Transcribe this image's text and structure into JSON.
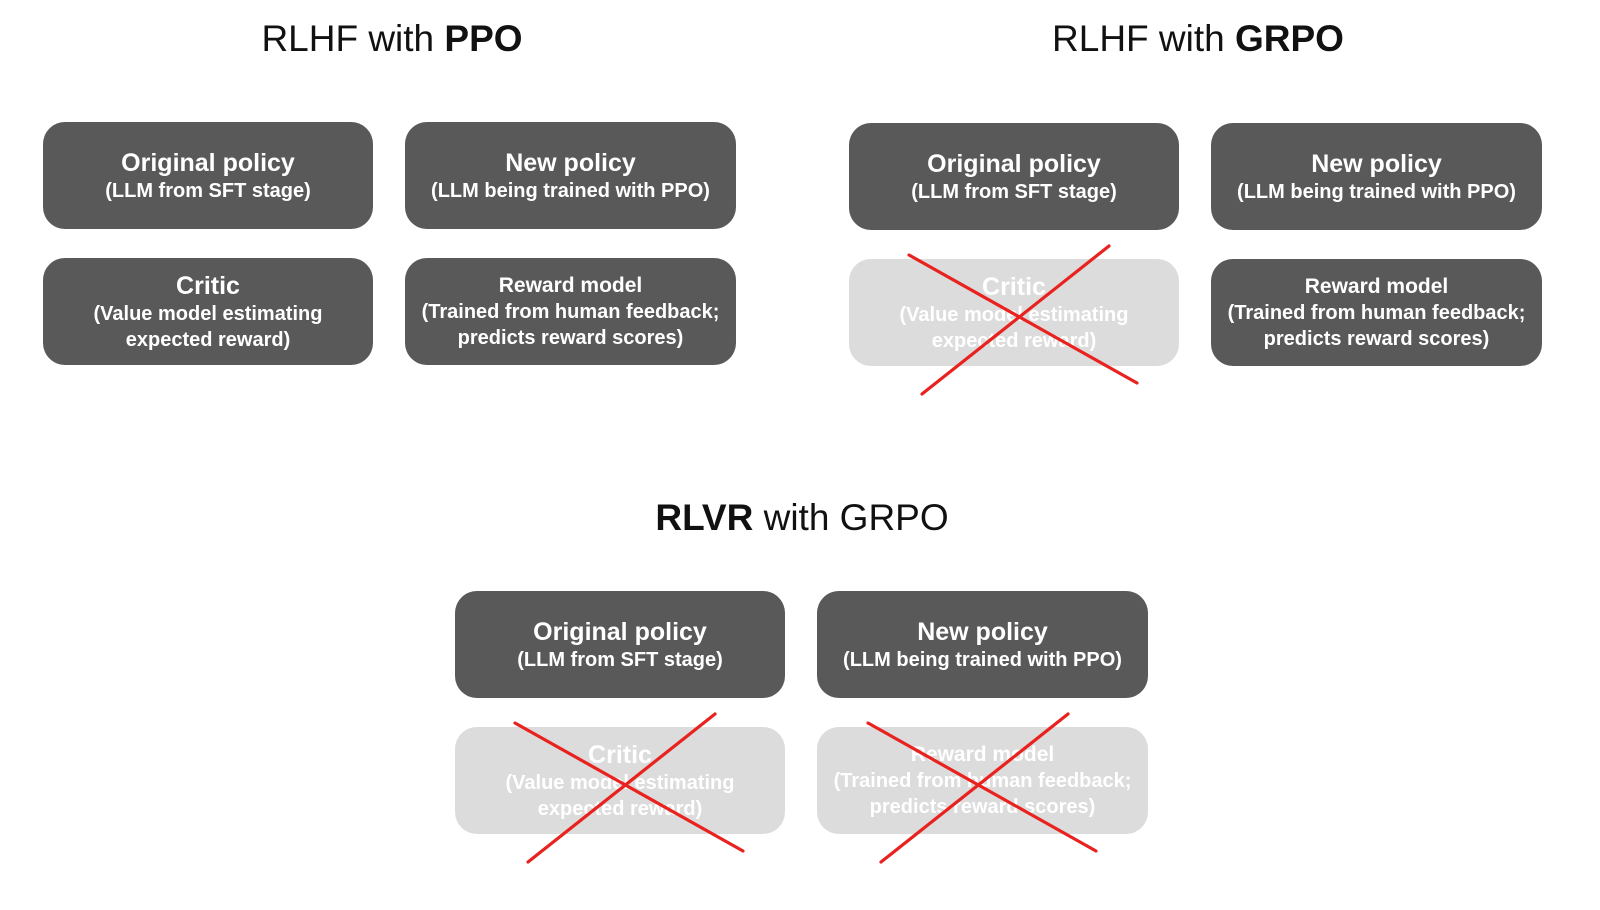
{
  "sections": {
    "rlhf_ppo": {
      "title_normal": "RLHF with ",
      "title_bold": "PPO"
    },
    "rlhf_grpo": {
      "title_normal": "RLHF with ",
      "title_bold": "GRPO"
    },
    "rlvr_grpo": {
      "title_bold": "RLVR",
      "title_normal": " with GRPO"
    }
  },
  "boxes": {
    "original_policy": {
      "name": "Original policy",
      "desc": "(LLM from SFT stage)"
    },
    "new_policy": {
      "name": "New policy",
      "desc": "(LLM being trained with PPO)"
    },
    "critic": {
      "name": "Critic",
      "desc_line1": "(Value model estimating",
      "desc_line2": "expected reward)"
    },
    "reward_model": {
      "name": "Reward model",
      "desc_line1": "(Trained from human feedback;",
      "desc_line2": "predicts reward scores)"
    }
  },
  "states": {
    "rlhf_ppo": {
      "critic": "kept",
      "reward_model": "kept"
    },
    "rlhf_grpo": {
      "critic": "removed",
      "reward_model": "kept"
    },
    "rlvr_grpo": {
      "critic": "removed",
      "reward_model": "removed"
    }
  },
  "colors": {
    "active_box": "#595959",
    "removed_box": "#dcdcdc",
    "box_text": "#ffffff",
    "cross": "#e8231f",
    "title": "#111111"
  }
}
